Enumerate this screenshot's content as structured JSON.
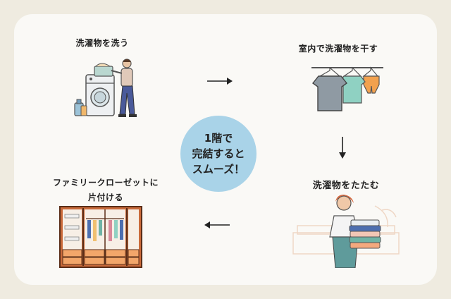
{
  "steps": [
    {
      "id": "wash",
      "label": "洗濯物を洗う"
    },
    {
      "id": "dry",
      "label": "室内で洗濯物を干す"
    },
    {
      "id": "fold",
      "label": "洗濯物をたたむ"
    },
    {
      "id": "store",
      "label_line1": "ファミリークローゼットに",
      "label_line2": "片付ける"
    }
  ],
  "center": {
    "line1": "1階で",
    "line2": "完結すると",
    "line3": "スムーズ！"
  },
  "colors": {
    "background": "#efebe0",
    "card": "#faf9f6",
    "center_circle": "#a9d3e8",
    "closet_wood": "#c96a3a",
    "drawer": "#f2a66a"
  }
}
